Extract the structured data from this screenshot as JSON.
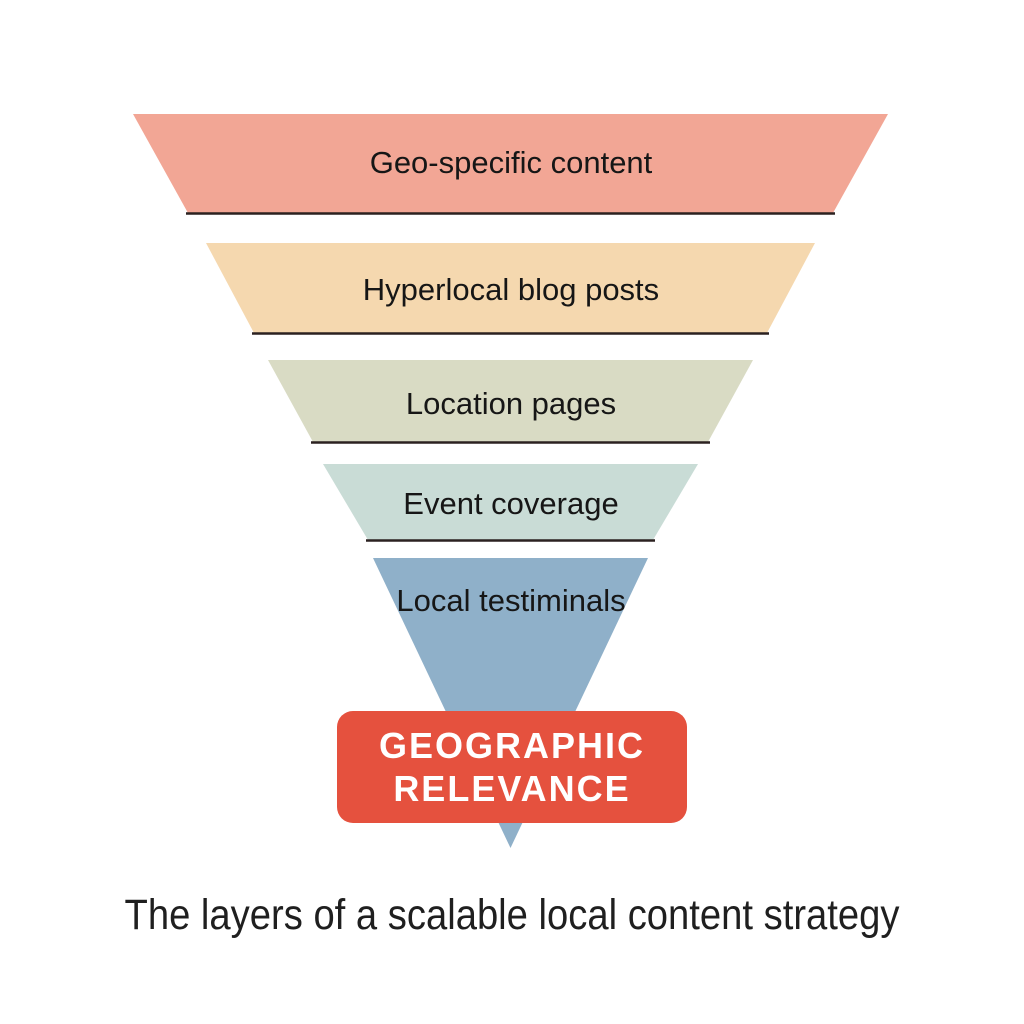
{
  "background": "#ffffff",
  "funnel": {
    "divider_color": "#2b2120",
    "layers": [
      {
        "label": "Geo-specific content",
        "color": "#f2a695"
      },
      {
        "label": "Hyperlocal blog posts",
        "color": "#f5d8af"
      },
      {
        "label": "Location pages",
        "color": "#d9dbc4"
      },
      {
        "label": "Event coverage",
        "color": "#c9dcd6"
      },
      {
        "label": "Local testiminals",
        "color": "#8fb0c9"
      }
    ]
  },
  "badge": {
    "line1": "GEOGRAPHIC",
    "line2": "RELEVANCE",
    "color": "#e5513e",
    "text_color": "#ffffff"
  },
  "caption": {
    "text": "The layers of a scalable local content strategy",
    "color": "#1f1f1f"
  }
}
